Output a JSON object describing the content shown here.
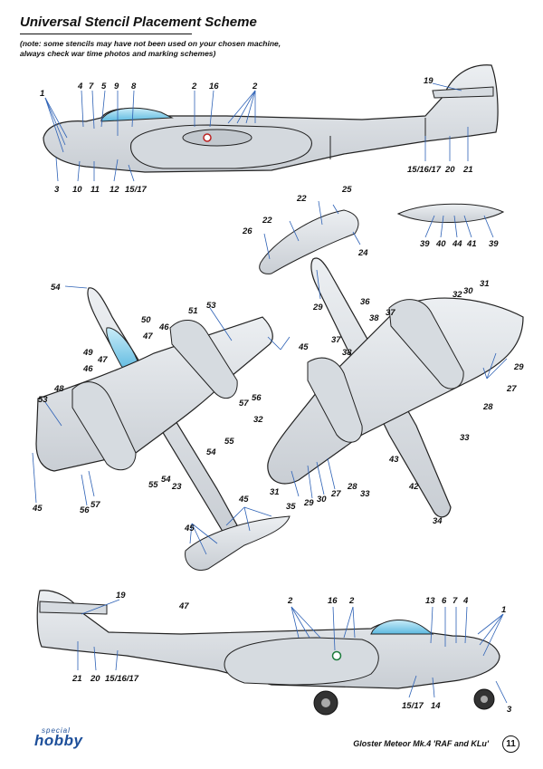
{
  "header": {
    "title": "Universal Stencil Placement Scheme",
    "note_line1": "(note: some stencils may have not been used on your chosen machine,",
    "note_line2": "always check war time photos and marking schemes)"
  },
  "colors": {
    "airframe": "#dfe3e7",
    "canopy": "#8ed4ec",
    "outline": "#222222",
    "leader": "#2e62b6"
  },
  "top_side_view": {
    "labels": [
      "1",
      "4",
      "7",
      "5",
      "9",
      "8",
      "2",
      "16",
      "2",
      "19",
      "3",
      "10",
      "11",
      "12",
      "15/17",
      "15/16/17",
      "20",
      "21"
    ]
  },
  "drop_tank": {
    "labels": [
      "25",
      "22",
      "22",
      "26",
      "24",
      "39",
      "40",
      "44",
      "41",
      "39"
    ]
  },
  "upper_planform": {
    "labels": [
      "54",
      "53",
      "50",
      "46",
      "47",
      "51",
      "49",
      "47",
      "46",
      "48",
      "53",
      "45",
      "57",
      "56",
      "54",
      "55",
      "54",
      "55",
      "23",
      "45",
      "56",
      "57",
      "45"
    ]
  },
  "lower_planform": {
    "labels": [
      "29",
      "36",
      "38",
      "37",
      "32",
      "30",
      "31",
      "37",
      "38",
      "29",
      "27",
      "28",
      "32",
      "31",
      "35",
      "29",
      "30",
      "27",
      "28",
      "33",
      "43",
      "42",
      "33",
      "34"
    ]
  },
  "bottom_side_view": {
    "labels": [
      "47",
      "19",
      "2",
      "16",
      "2",
      "13",
      "6",
      "7",
      "4",
      "1",
      "21",
      "20",
      "15/16/17",
      "15/17",
      "14",
      "3"
    ]
  },
  "footer": {
    "logo_small": "special",
    "logo_big": "hobby",
    "caption": "Gloster Meteor Mk.4 'RAF and KLu'",
    "page": "11"
  }
}
